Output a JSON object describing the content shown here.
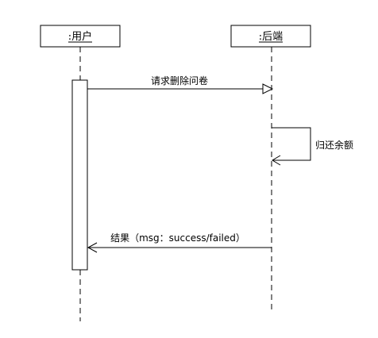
{
  "lifelines": {
    "user": {
      "label": ":用户"
    },
    "backend": {
      "label": ":后端"
    }
  },
  "messages": {
    "request_delete": {
      "label": "请求删除问卷"
    },
    "return_balance": {
      "label": "归还余额"
    },
    "result": {
      "label": "结果（msg：success/failed）"
    }
  },
  "colors": {
    "line": "#000000",
    "box_fill": "#ffffff",
    "background": "#ffffff"
  }
}
